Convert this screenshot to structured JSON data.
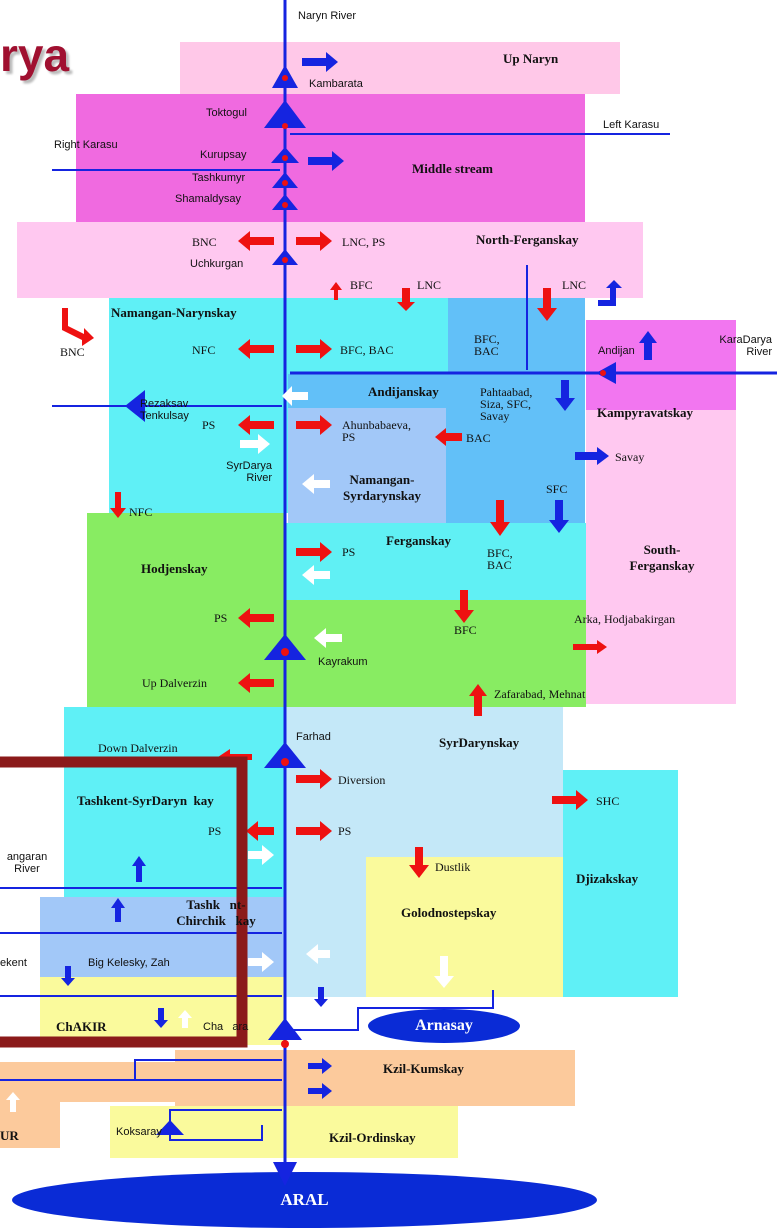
{
  "title": "rya",
  "river_labels": {
    "naryn_river": "Naryn River",
    "left_karasu": "Left Karasu",
    "right_karasu": "Right Karasu",
    "karadarya_river": "KaraDarya\nRiver",
    "syrdarya_river": "SyrDarya\nRiver",
    "angaran_river": "angaran\nRiver",
    "rezaksav": "Rezaksav\nTenkulsay"
  },
  "dams": {
    "kambarata": "Kambarata",
    "toktogul": "Toktogul",
    "kurupsay": "Kurupsay",
    "tashkumyr": "Tashkumyr",
    "shamaldysay": "Shamaldysay",
    "uchkurgan": "Uchkurgan",
    "kayrakum": "Kayrakum",
    "farhad": "Farhad",
    "koksaray": "Koksaray",
    "chardara": "Cha   ara",
    "andijan": "Andijan"
  },
  "zones": {
    "up_naryn": "Up Naryn",
    "middle_stream": "Middle stream",
    "north_ferganskay": "North-Ferganskay",
    "namangan_narynskay": "Namangan-Narynskay",
    "andijanskay": "Andijanskay",
    "kampyravatskay": "Kampyravatskay",
    "namangan_syrdarynskay": "Namangan-\nSyrdarynskay",
    "ferganskay": "Ferganskay",
    "south_ferganskay": "South-\nFerganskay",
    "hodjenskay": "Hodjenskay",
    "syrdarynskay": "SyrDarynskay",
    "tashkent_syrdarynskay": "Tashkent-SyrDaryn  kay",
    "djizakskay": "Djizakskay",
    "tashkent_chirchikskay": "Tashk   nt-\nChirchik   kay",
    "golodnostepskay": "Golodnostepskay",
    "chakir": "ChAKIR",
    "kzil_kumskay": "Kzil-Kumskay",
    "kzil_ordinskay": "Kzil-Ordinskay",
    "ur": "UR"
  },
  "canals": {
    "bnc_1": "BNC",
    "lnc_ps": "LNC, PS",
    "bfc_1": "BFC",
    "lnc_1": "LNC",
    "lnc_2": "LNC",
    "bnc_2": "BNC",
    "nfc_1": "NFC",
    "bfc_bac_1": "BFC, BAC",
    "bfc_bac_2": "BFC,\nBAC",
    "pahtaabad": "Pahtaabad,\nSiza, SFC,\nSavay",
    "ps_1": "PS",
    "ahunbabaeva": "Ahunbabaeva,\nPS",
    "bac": "BAC",
    "savay": "Savay",
    "sfc": "SFC",
    "nfc_2": "NFC",
    "ps_2": "PS",
    "bfc_bac_3": "BFC,\nBAC",
    "ps_3": "PS",
    "bfc_2": "BFC",
    "arka": "Arka, Hodjabakirgan",
    "up_dalverzin": "Up Dalverzin",
    "zafarabad": "Zafarabad, Mehnat",
    "down_dalverzin": "Down Dalverzin",
    "diversion": "Diversion",
    "shc": "SHC",
    "ps_4": "PS",
    "ps_5": "PS",
    "dustlik": "Dustlik",
    "ekent": "ekent",
    "big_kelesky": "Big Kelesky, Zah"
  },
  "lakes": {
    "arnasay": "Arnasay",
    "aral": "ARAL"
  },
  "colors": {
    "river": "#1524e0",
    "arrow_red": "#ee1111",
    "arrow_blue": "#1524e0",
    "highlight": "#8b1a1a"
  }
}
